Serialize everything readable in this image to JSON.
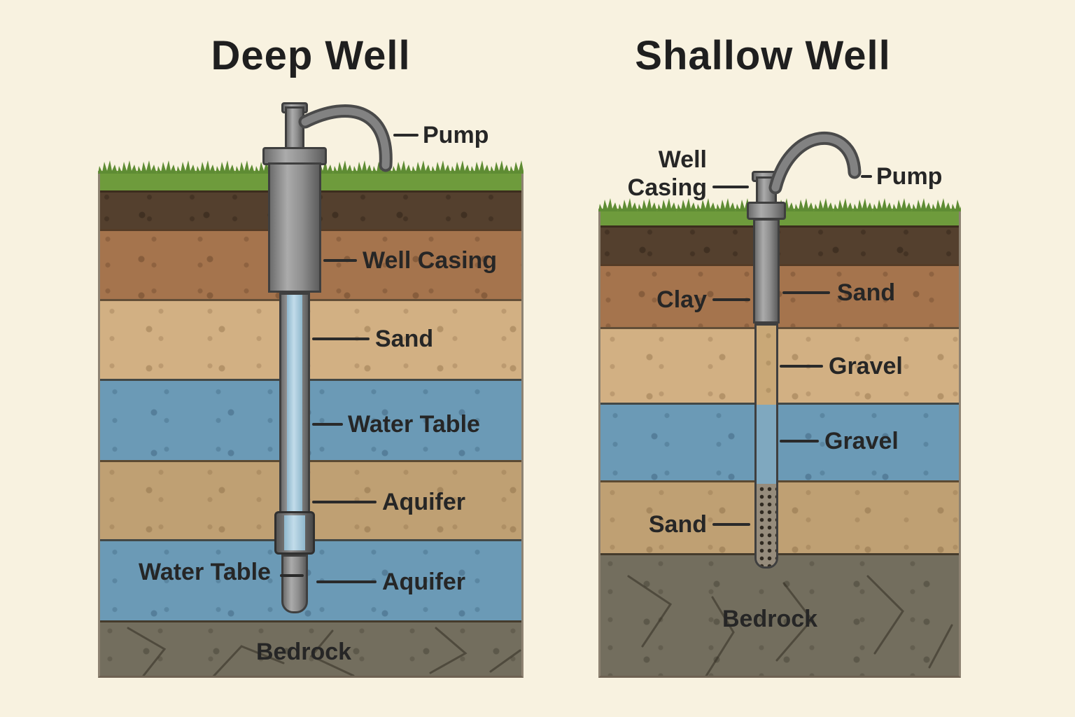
{
  "deep": {
    "title": "Deep Well",
    "pump": "Pump",
    "well_casing": "Well Casing",
    "sand": "Sand",
    "water_table": "Water Table",
    "aquifer": "Aquifer",
    "water_table_left": "Water Table",
    "aquifer_lower": "Aquifer",
    "bedrock": "Bedrock"
  },
  "shallow": {
    "title": "Shallow Well",
    "well_casing": "Well Casing",
    "pump": "Pump",
    "clay": "Clay",
    "sand_upper": "Sand",
    "gravel_upper": "Gravel",
    "gravel_lower": "Gravel",
    "sand_lower": "Sand",
    "bedrock": "Bedrock"
  },
  "palette": {
    "background": "#f8f2e0",
    "grass": "#6e9b3c",
    "grass_dark": "#5e8c33",
    "topsoil": "#54402e",
    "brown": "#a5744d",
    "sand": "#d2b083",
    "water": "#6b9ab6",
    "subsand": "#bfa073",
    "bedrock": "#736e5e",
    "casing_metal": "#8f8f8f",
    "pipe_water": "#a9cadd",
    "label_text": "#262626",
    "outline": "#33281a"
  }
}
